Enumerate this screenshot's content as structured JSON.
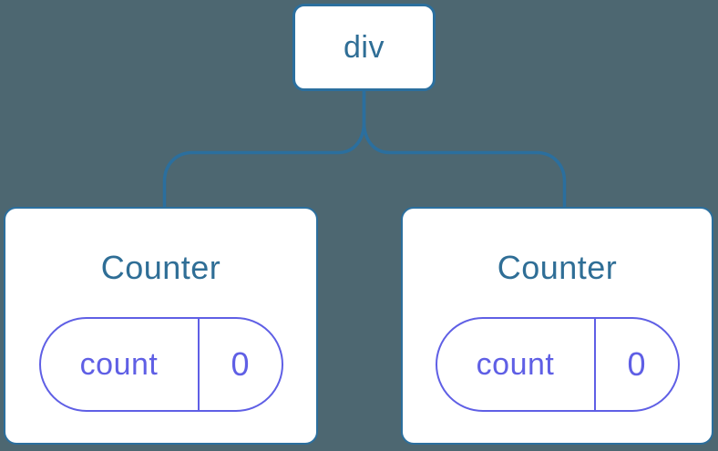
{
  "diagram": {
    "root_node": {
      "label": "div"
    },
    "components": [
      {
        "title": "Counter",
        "state": {
          "key": "count",
          "value": "0"
        }
      },
      {
        "title": "Counter",
        "state": {
          "key": "count",
          "value": "0"
        }
      }
    ]
  },
  "colors": {
    "background": "#4d6771",
    "connector_blue": "#2b6f9e",
    "node_text_blue": "#2f6e96",
    "state_purple": "#5f5fe5",
    "node_background": "#ffffff"
  }
}
